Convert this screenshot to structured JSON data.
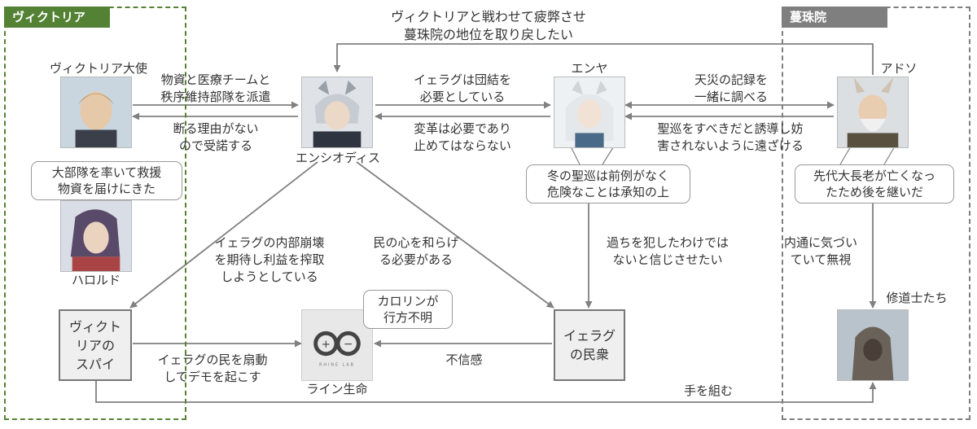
{
  "groups": {
    "victoria": {
      "label": "ヴィクトリア",
      "color": "#548235"
    },
    "kyodo": {
      "label": "蔓珠院",
      "color": "#7f7f7f"
    }
  },
  "characters": {
    "envoy": {
      "name": "ヴィクトリア大使"
    },
    "harold": {
      "name": "ハロルド"
    },
    "siracusa": {
      "name": "エンシオディス"
    },
    "enya": {
      "name": "エンヤ"
    },
    "adoso": {
      "name": "アドソ"
    },
    "monks": {
      "name": "修道士たち"
    },
    "rhine": {
      "name": "ライン生命"
    }
  },
  "boxes": {
    "spy": "ヴィクト\nリアの\nスパイ",
    "people": "イェラグ\nの民衆"
  },
  "bubbles": {
    "harold": "大部隊を率いて救援\n物資を届けにきた",
    "enya": "冬の聖巡は前例がなく\n危険なことは承知の上",
    "adoso": "先代大長老が亡くなっ\nたため後を継いだ",
    "rhine": "カロリンが\n行方不明"
  },
  "relations": {
    "top": "ヴィクトリアと戦わせて疲弊させ\n蔓珠院の地位を取り戻したい",
    "envoy_to_sil": "物資と医療チームと\n秩序維持部隊を派遣",
    "sil_to_envoy": "断る理由がない\nので受諾する",
    "sil_to_enya": "イェラグは団結を\n必要としている",
    "enya_to_sil": "変革は必要であり\n止めてはならない",
    "enya_adoso": "天災の記録を\n一緒に調べる",
    "adoso_to_enya": "聖巡をすべきだと誘導し妨\n害されないように遠ざける",
    "sil_to_spy": "イェラグの内部崩壊\nを期待し利益を搾取\nしようとしている",
    "sil_to_people": "民の心を和らげ\nる必要がある",
    "enya_to_people": "過ちを犯したわけでは\nないと信じさせたい",
    "adoso_monks": "内通に気づい\nていて無視",
    "spy_to_rhine": "イェラグの民を扇動\nしてデモを起こす",
    "people_to_rhine": "不信感",
    "spy_to_monks": "手を組む"
  },
  "logo": {
    "text": "RHINE LAB"
  }
}
